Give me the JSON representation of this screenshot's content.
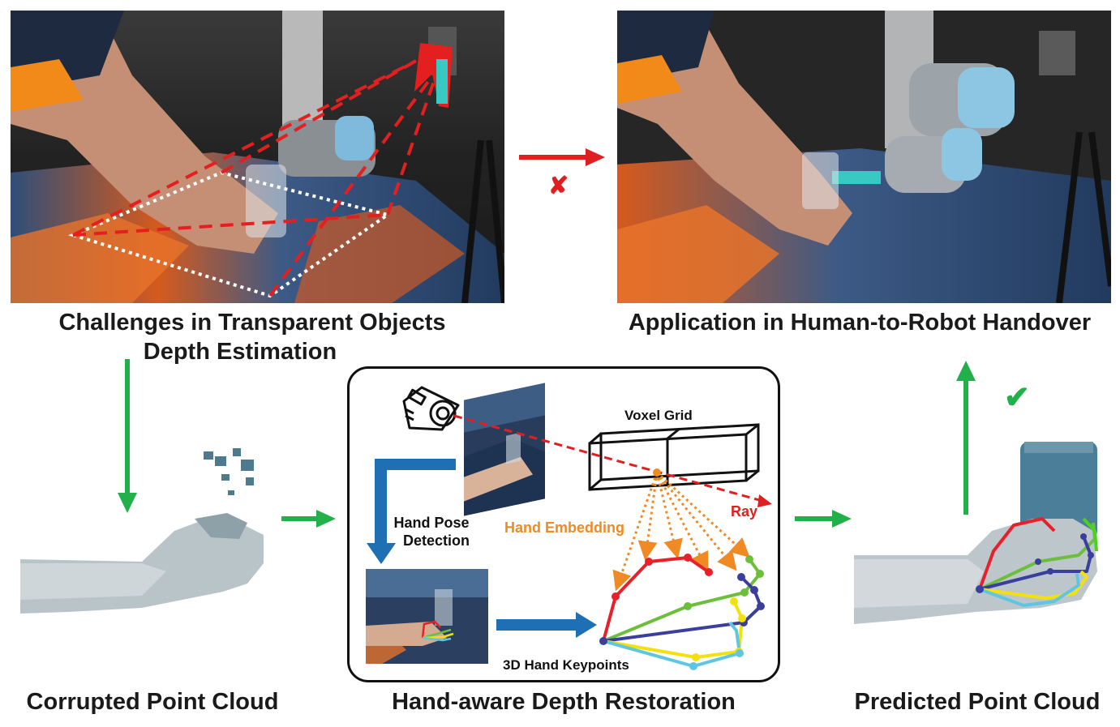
{
  "captions": {
    "challenges_line1": "Challenges in Transparent Objects",
    "challenges_line2": "Depth Estimation",
    "application": "Application in Human-to-Robot Handover",
    "corrupted": "Corrupted Point Cloud",
    "restoration": "Hand-aware Depth Restoration",
    "predicted": "Predicted Point Cloud"
  },
  "panel_labels": {
    "voxel_grid": "Voxel Grid",
    "ray": "Ray",
    "hand_embedding": "Hand Embedding",
    "hand_pose_line1": "Hand Pose",
    "hand_pose_line2": "Detection",
    "keypoints": "3D Hand Keypoints"
  },
  "marks": {
    "cross": "✘",
    "check": "✔"
  },
  "colors": {
    "red": "#e02020",
    "green": "#22b04a",
    "blue": "#1f6fb5",
    "orange": "#f08a24",
    "finger_red": "#e8202a",
    "finger_green": "#6cbf3a",
    "finger_navy": "#3b3f9c",
    "finger_yellow": "#f2e10f",
    "finger_cyan": "#5ec6e0",
    "finger_lime": "#4cd11e"
  },
  "icons": [
    "camera-icon",
    "cross-mark-icon",
    "check-mark-icon"
  ]
}
